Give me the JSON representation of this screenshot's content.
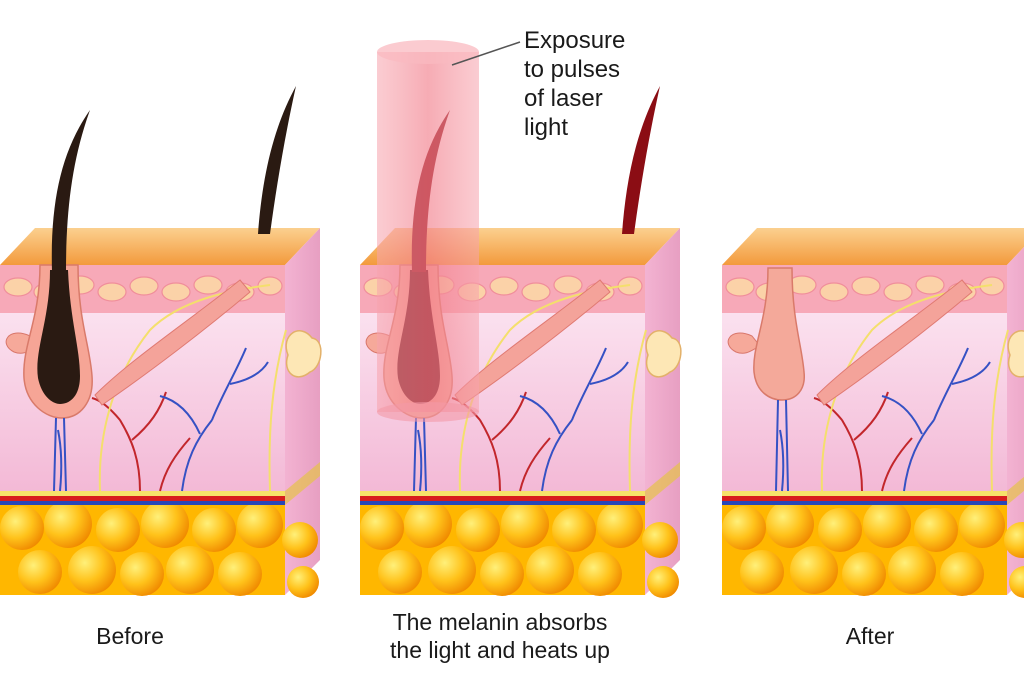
{
  "callout": {
    "lines": [
      "Exposure",
      "to pulses",
      "of laser",
      "light"
    ]
  },
  "captions": {
    "before": [
      "Before"
    ],
    "middle": [
      "The melanin absorbs",
      "the light and heats up"
    ],
    "after": [
      "After"
    ]
  },
  "colors": {
    "hair_before": "#2a1a12",
    "hair_heated": "#8b0d14",
    "follicle_after": "#f4a99a",
    "laser_beam": "#f27f8c",
    "epidermis_top": "#f6a64a",
    "dermis": "#f7c9e0",
    "fat": "#ffc21a",
    "artery": "#d81d1d",
    "vein": "#2947b8",
    "nerve": "#f6e36a"
  },
  "panels": [
    {
      "id": "before",
      "hair_state": "dark-hair"
    },
    {
      "id": "laser",
      "hair_state": "heated-hair"
    },
    {
      "id": "after",
      "hair_state": "no-hair"
    }
  ]
}
